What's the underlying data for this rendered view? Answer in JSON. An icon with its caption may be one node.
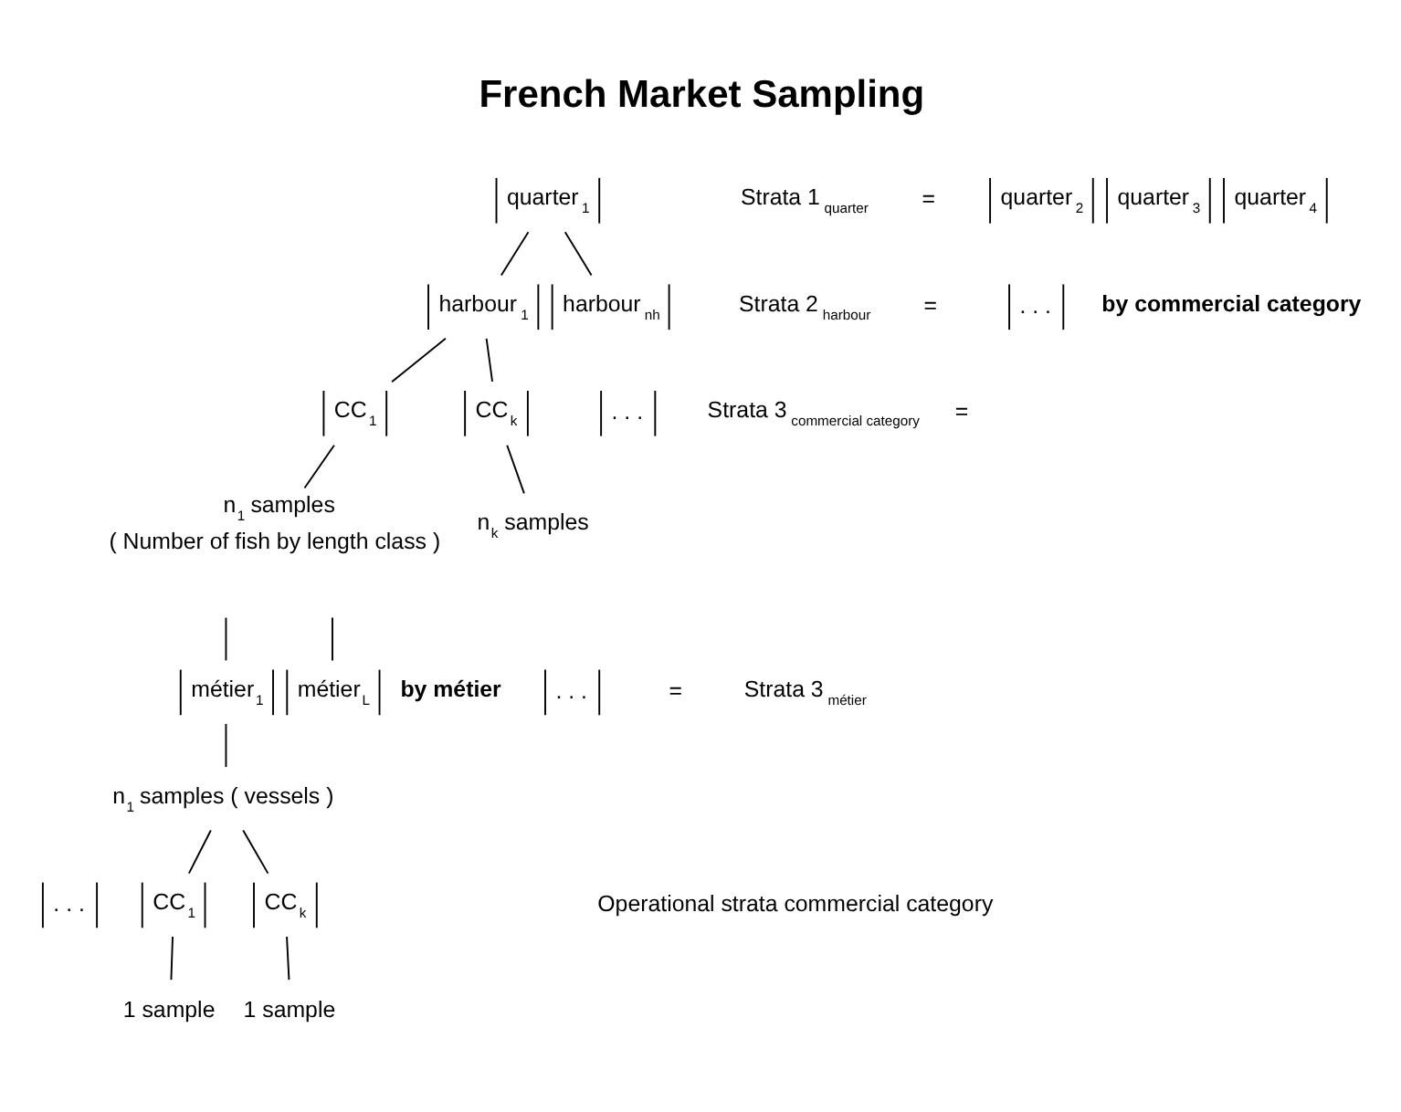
{
  "diagram": {
    "title": "French Market Sampling",
    "nodes": [
      {
        "text": [
          "quarter$_{1}$"
        ]
      },
      {
        "text": [
          "quarter$_{2}$"
        ]
      },
      {
        "text": [
          "quarter$_{3}$"
        ]
      },
      {
        "text": [
          "quarter$_{4}$"
        ]
      },
      {
        "text": [
          "harbour$_{1}$"
        ]
      },
      {
        "text": [
          ". . ."
        ]
      },
      {
        "text": [
          "harbour$_{nh}$"
        ]
      },
      {
        "text": [
          "CC$_{1}$"
        ]
      },
      {
        "text": [
          ". . ."
        ]
      },
      {
        "text": [
          "CC$_{k}$"
        ]
      },
      {
        "text": [
          "n$_{1}$ samples"
        ],
        "beside": [
          "( Number of fish by length class )"
        ]
      },
      {
        "text": [
          "n$_{k}$ samples"
        ]
      },
      {
        "text": [
          "métier$_{1}$"
        ]
      },
      {
        "text": [
          ". . ."
        ]
      },
      {
        "text": [
          "métier$_{L}$"
        ]
      },
      {
        "text": [
          "n$_{1}$ samples ( vessels )"
        ]
      },
      {
        "text": [
          "CC$_{1}$"
        ]
      },
      {
        "text": [
          ". . ."
        ]
      },
      {
        "text": [
          "CC$_{k}$"
        ]
      },
      {
        "text": [
          "1 sample"
        ]
      },
      {
        "text": [
          "1 sample"
        ]
      }
    ],
    "edges": [
      {
        "from": 0,
        "to": 4,
        "arrow": "none"
      },
      {
        "from": 0,
        "to": 6,
        "arrow": "none"
      },
      {
        "from": 4,
        "to": 7,
        "arrow": "none"
      },
      {
        "from": 4,
        "to": 9,
        "arrow": "none"
      },
      {
        "from": 7,
        "to": 10,
        "arrow": "none"
      },
      {
        "from": 9,
        "to": 11,
        "arrow": "none"
      },
      {
        "from": null,
        "to": 12,
        "arrow": "none"
      },
      {
        "from": null,
        "to": 14,
        "arrow": "none"
      },
      {
        "from": 12,
        "to": 15,
        "arrow": "none"
      },
      {
        "from": 15,
        "to": 16,
        "arrow": "none"
      },
      {
        "from": 15,
        "to": 18,
        "arrow": "none"
      },
      {
        "from": 16,
        "to": 19,
        "arrow": "none"
      },
      {
        "from": 18,
        "to": 20,
        "arrow": "none"
      }
    ],
    "labels": [
      "Strata 1$_{quarter}$",
      "=",
      "Strata 2$_{harbour}$",
      "=",
      "by commercial category",
      "Strata 3$_{commercial category}$",
      "=",
      "by métier",
      "Strata 3$_{métier}$",
      "=",
      "Operational strata commercial category"
    ]
  }
}
